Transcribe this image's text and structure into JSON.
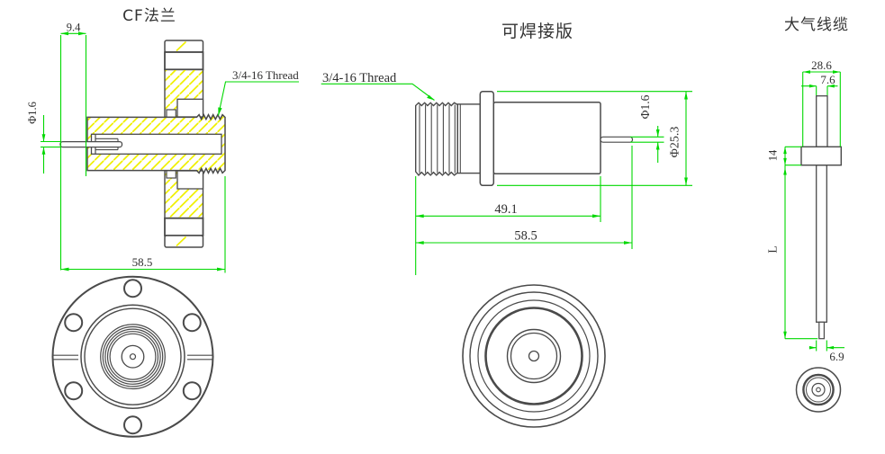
{
  "drawing": {
    "views": {
      "cf_flange": {
        "title": "CF法兰",
        "thread_label": "3/4-16 Thread",
        "dims": {
          "pin_protrusion": "9.4",
          "pin_diameter": "Φ1.6",
          "total_length": "58.5"
        }
      },
      "weldable": {
        "title": "可焊接版",
        "thread_label": "3/4-16 Thread",
        "dims": {
          "pin_diameter": "Φ1.6",
          "body_diameter": "Φ25.3",
          "body_length": "49.1",
          "total_length": "58.5"
        }
      },
      "air_cable": {
        "title": "大气线缆",
        "dims": {
          "connector_width": "28.6",
          "rod_width": "7.6",
          "connector_height": "14",
          "cable_length": "L",
          "cable_diameter": "6.9"
        }
      }
    },
    "colors": {
      "dimension_lines": "#00d800",
      "hatch": "#f0f000",
      "outline": "#4a4a4a",
      "text": "#333333",
      "background": "#ffffff"
    }
  }
}
